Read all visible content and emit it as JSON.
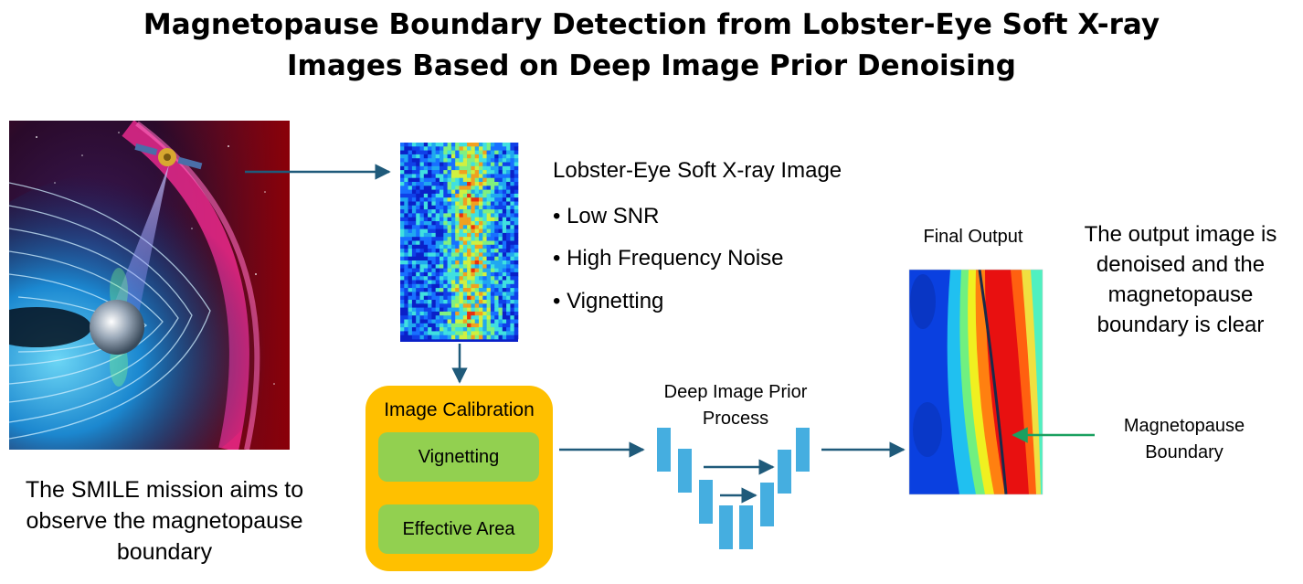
{
  "title": {
    "line1": "Magnetopause Boundary Detection from Lobster-Eye Soft X-ray",
    "line2": "Images Based on Deep Image Prior Denoising"
  },
  "mission_caption": "The SMILE mission aims to observe the magnetopause boundary",
  "xray": {
    "heading": "Lobster-Eye Soft X-ray Image",
    "bullets": [
      "• Low SNR",
      "• High Frequency Noise",
      "• Vignetting"
    ]
  },
  "calibration": {
    "title": "Image Calibration",
    "steps": [
      "Vignetting",
      "Effective Area"
    ]
  },
  "dip": {
    "label": "Deep Image Prior Process"
  },
  "output": {
    "label": "Final Output",
    "description": "The output image is denoised and the magnetopause boundary is clear",
    "boundary_label": "Magnetopause Boundary"
  },
  "colors": {
    "arrow": "#1f5a7a",
    "calibration_box": "#ffc000",
    "calibration_step": "#92d050",
    "dip_block": "#45aee0",
    "boundary_arrow": "#1aa060"
  }
}
